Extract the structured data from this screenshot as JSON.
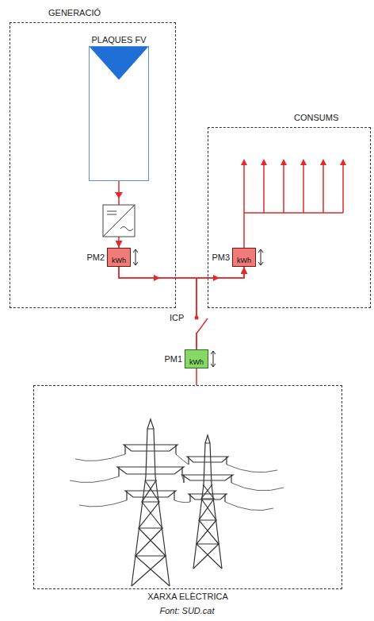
{
  "diagram": {
    "caption": "Font: SUD.cat",
    "nodes": [
      {
        "text": [
          "GENERACIÓ"
        ]
      },
      {
        "text": [
          "PLAQUES FV"
        ],
        "in": 0
      },
      {
        "text": [
          "PM2",
          "kWh"
        ],
        "in": 0
      },
      {
        "text": [
          "CONSUMS"
        ]
      },
      {
        "text": [
          "PM3",
          "kWh"
        ],
        "in": 3
      },
      {
        "text": [
          "PM1",
          "kWh"
        ]
      },
      {
        "text": [
          "XARXA ELÈCTRICA"
        ]
      }
    ],
    "edges": [
      {
        "from": 1,
        "to": 2,
        "arrow": "to"
      },
      {
        "from": 2,
        "to": 4,
        "arrow": "to"
      },
      {
        "from": 5,
        "to": 2,
        "arrow": "none"
      },
      {
        "from": 5,
        "to": 4,
        "arrow": "none"
      },
      {
        "from": 5,
        "to": 6,
        "arrow": "none"
      }
    ],
    "labels": [
      "ICP"
    ]
  }
}
